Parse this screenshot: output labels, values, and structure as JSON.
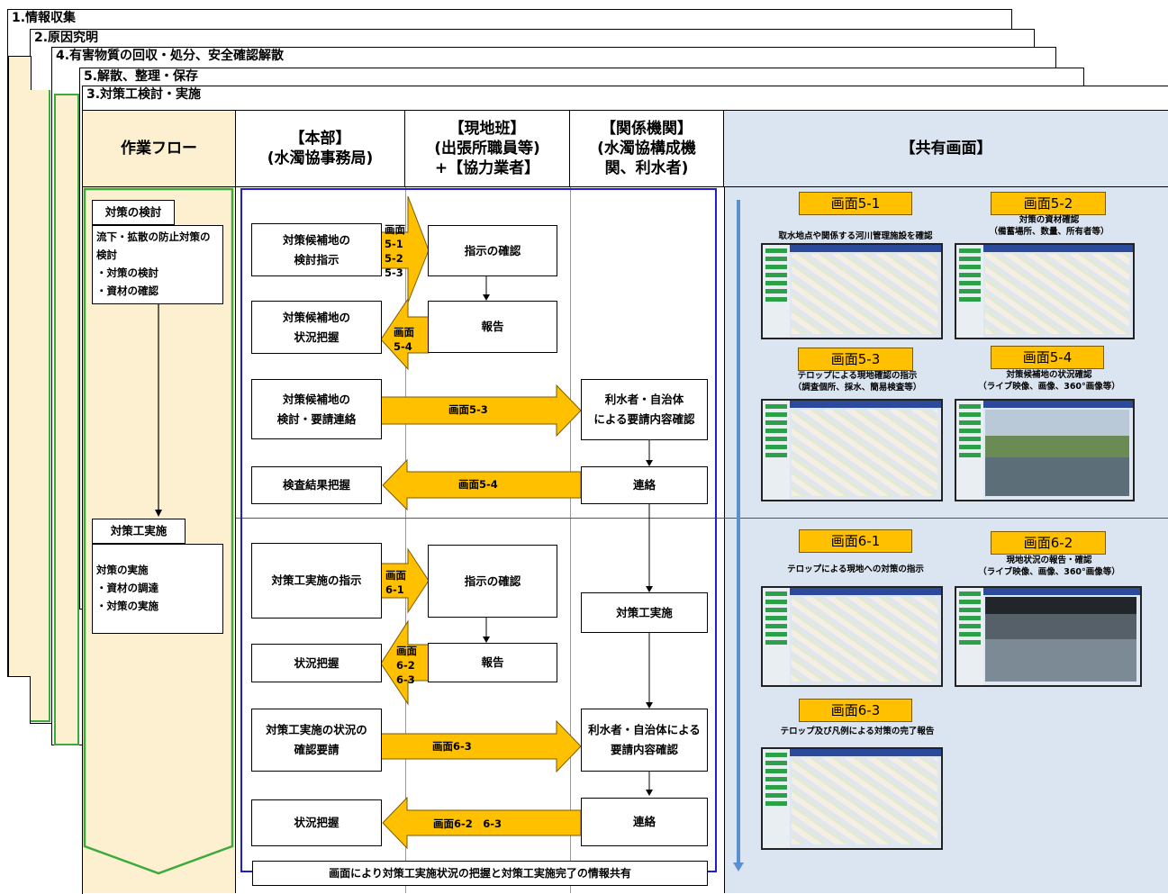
{
  "sheets": [
    "1.情報収集",
    "2.原因究明",
    "4.有害物質の回収・処分、安全確認解散",
    "5.解散、整理・保存",
    "3.対策工検討・実施"
  ],
  "headers": {
    "flow": "作業フロー",
    "hq": "【本部】\n(水濁協事務局)",
    "field": "【現地班】\n(出張所職員等)\n+【協力業者】",
    "agencies": "【関係機関】\n(水濁協構成機\n関、利水者)",
    "shared": "【共有画面】"
  },
  "flow": {
    "stage1_title": "対策の検討",
    "stage1_body": "流下・拡散の防止対策の\n検討\n・対策の検討\n・資材の確認",
    "stage2_title": "対策工実施",
    "stage2_body": "対策の実施\n・資材の調達\n・対策の実施"
  },
  "boxes": {
    "b1": "対策候補地の\n検討指示",
    "b2": "指示の確認",
    "b3": "対策候補地の\n状況把握",
    "b4": "報告",
    "b5": "対策候補地の\n検討・要請連絡",
    "b6": "利水者・自治体\nによる要請内容確認",
    "b7": "検査結果把握",
    "b8": "連絡",
    "b9": "対策工実施の指示",
    "b10": "指示の確認",
    "b11": "対策工実施",
    "b12": "状況把握",
    "b13": "報告",
    "b14": "対策工実施の状況の\n確認要請",
    "b15": "利水者・自治体による\n要請内容確認",
    "b16": "状況把握",
    "b17": "連絡",
    "footer": "画面により対策工実施状況の把握と対策工実施完了の情報共有"
  },
  "arrows": {
    "a1": "画面\n5-1\n5-2\n5-3",
    "a2": "画面\n5-4",
    "a3": "画面5-3",
    "a4": "画面5-4",
    "a5": "画面\n6-1",
    "a6": "画面\n6-2\n6-3",
    "a7": "画面6-3",
    "a8": "画面6-2　6-3"
  },
  "screens": [
    {
      "label": "画面5-1",
      "caption": "取水地点や関係する河川管理施設を確認"
    },
    {
      "label": "画面5-2",
      "caption": "対策の資材確認\n（備蓄場所、数量、所有者等）"
    },
    {
      "label": "画面5-3",
      "caption": "テロップによる現地確認の指示\n（調査個所、採水、簡易検査等）"
    },
    {
      "label": "画面5-4",
      "caption": "対策候補地の状況確認\n（ライブ映像、画像、360°画像等）"
    },
    {
      "label": "画面6-1",
      "caption": "テロップによる現地への対策の指示"
    },
    {
      "label": "画面6-2",
      "caption": "現地状況の報告・確認\n（ライブ映像、画像、360°画像等）"
    },
    {
      "label": "画面6-3",
      "caption": "テロップ及び凡例による対策の完了報告"
    }
  ],
  "colors": {
    "arrow": "#ffc000",
    "shared_bg": "#dbe5f1",
    "flow_bg": "#fdf0d0",
    "green": "#3daa3d",
    "blue": "#1f1fd0"
  }
}
